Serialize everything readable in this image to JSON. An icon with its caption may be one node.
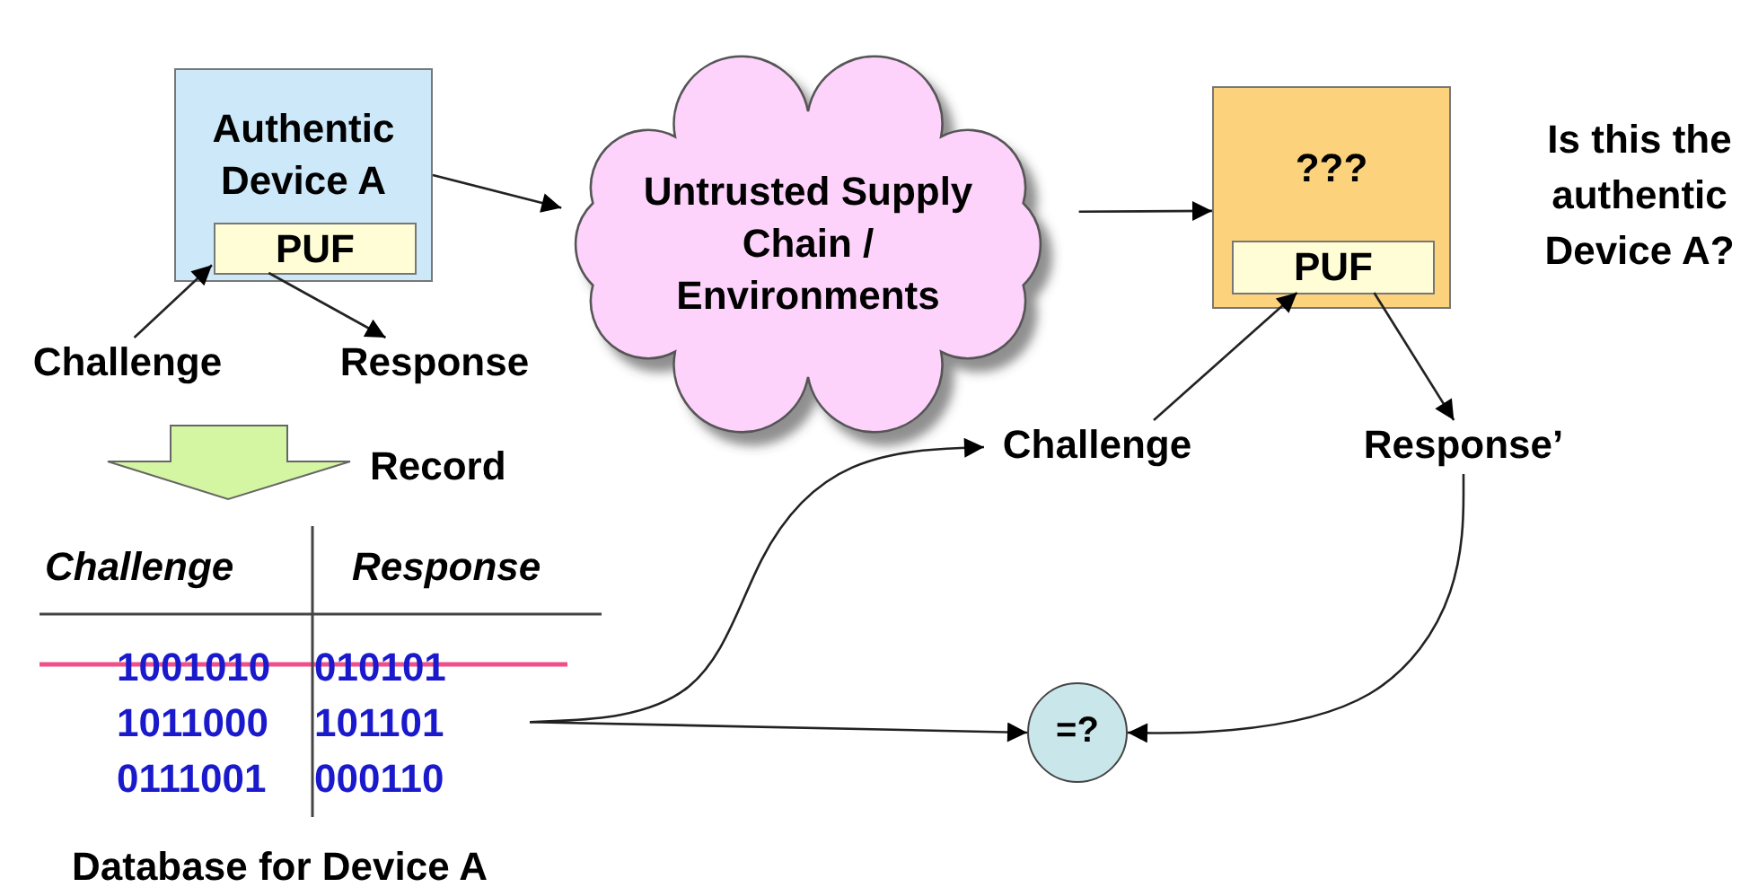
{
  "diagram": {
    "nodes": [
      {
        "text": [
          "Authentic Device A"
        ]
      },
      {
        "text": [
          "PUF"
        ],
        "in": 0
      },
      {
        "text": [
          "Challenge"
        ]
      },
      {
        "text": [
          "Response"
        ]
      },
      {
        "text": [
          "Untrusted Supply Chain / Environments"
        ]
      },
      {
        "text": [
          "???"
        ],
        "beside": [
          "Is this the authentic Device A?"
        ]
      },
      {
        "text": [
          "PUF"
        ],
        "in": 5
      },
      {
        "text": [
          "Challenge"
        ]
      },
      {
        "text": [
          "Response’"
        ]
      },
      {
        "text": [
          "=?"
        ]
      },
      {
        "text": [
          "1011000",
          "101101"
        ]
      }
    ],
    "edges": [
      {
        "from": 0,
        "to": 4,
        "arrow": "to"
      },
      {
        "from": 4,
        "to": 5,
        "arrow": "to"
      },
      {
        "from": 2,
        "to": 1,
        "arrow": "to"
      },
      {
        "from": 1,
        "to": 3,
        "arrow": "to"
      },
      {
        "from": 7,
        "to": 6,
        "arrow": "to"
      },
      {
        "from": 6,
        "to": 8,
        "arrow": "to"
      },
      {
        "from": 8,
        "to": 9,
        "arrow": "to"
      },
      {
        "from": 10,
        "to": 7,
        "arrow": "to"
      },
      {
        "from": 10,
        "to": 9,
        "arrow": "to"
      }
    ],
    "labels": [
      "Record",
      "Challenge",
      "Response",
      "1001010",
      "010101",
      "0111001",
      "000110",
      "Database for Device A"
    ]
  }
}
